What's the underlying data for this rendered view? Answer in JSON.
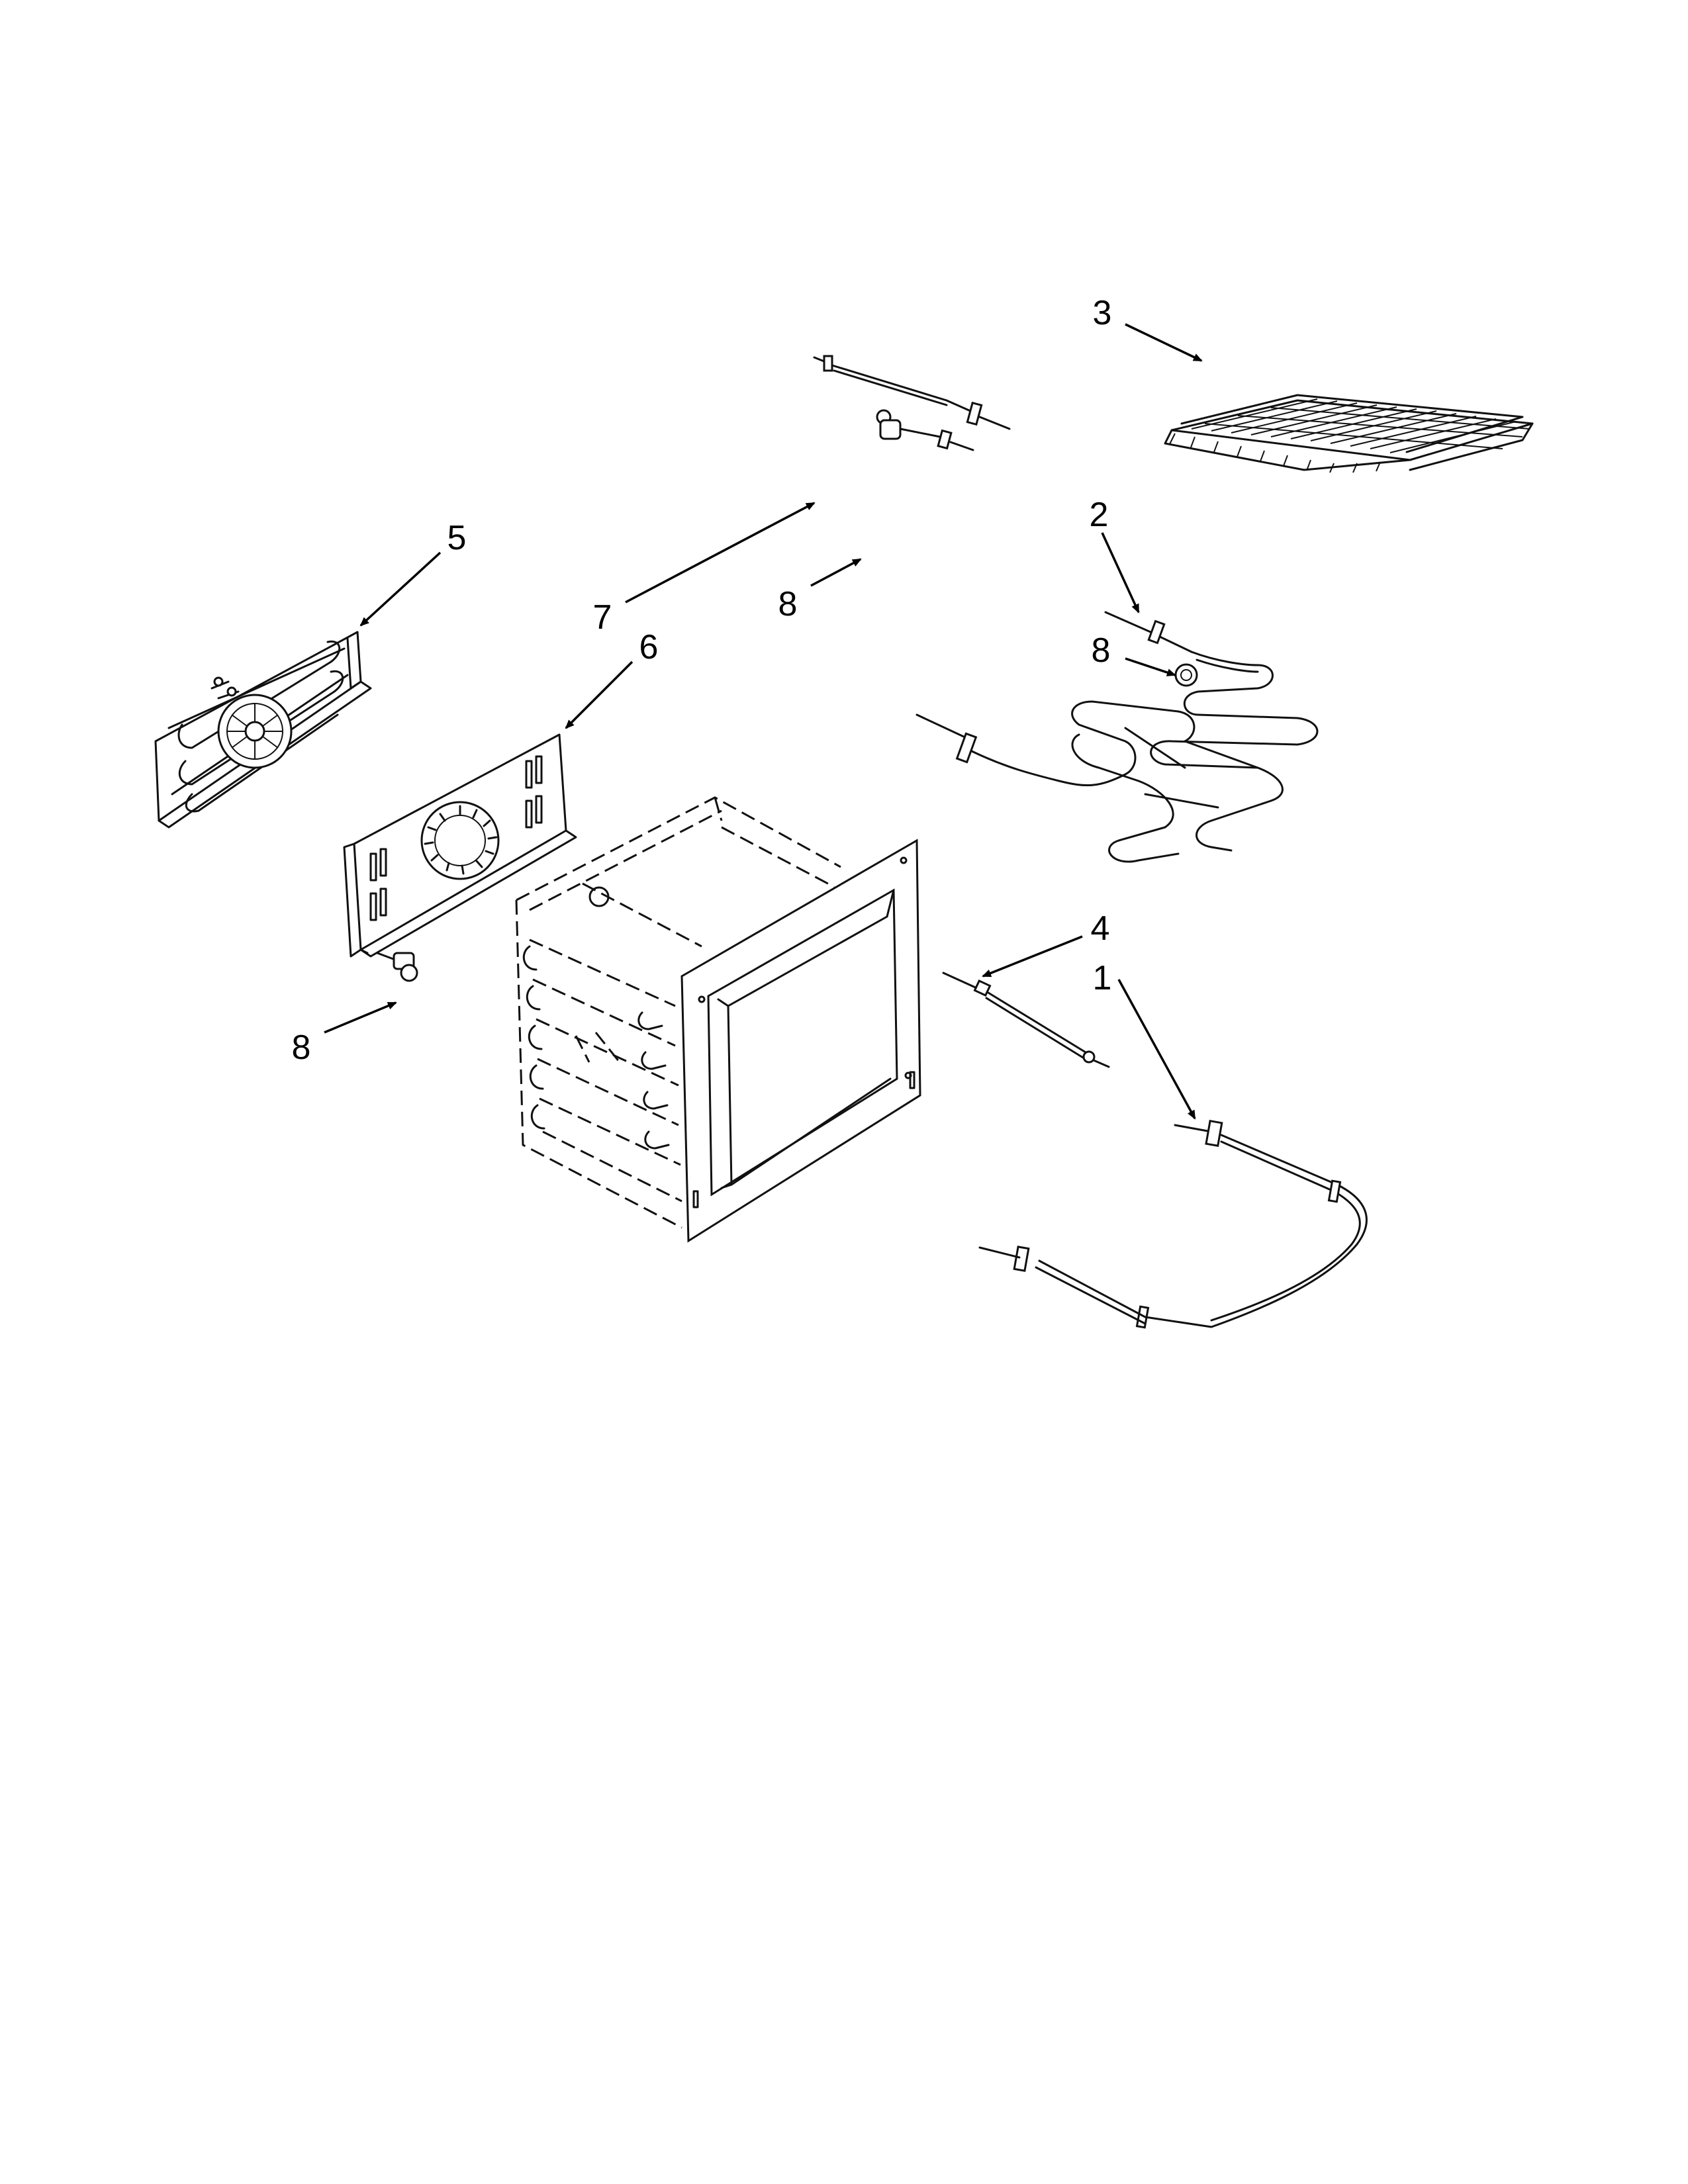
{
  "callouts": [
    {
      "id": "c3",
      "text": "3"
    },
    {
      "id": "c2",
      "text": "2"
    },
    {
      "id": "c8a",
      "text": "8"
    },
    {
      "id": "c5",
      "text": "5"
    },
    {
      "id": "c7",
      "text": "7"
    },
    {
      "id": "c8b",
      "text": "8"
    },
    {
      "id": "c6",
      "text": "6"
    },
    {
      "id": "c4",
      "text": "4"
    },
    {
      "id": "c1",
      "text": "1"
    },
    {
      "id": "c8c",
      "text": "8"
    }
  ],
  "parts": [
    {
      "number": "1",
      "name": "bake-element"
    },
    {
      "number": "2",
      "name": "broil-element"
    },
    {
      "number": "3",
      "name": "oven-rack"
    },
    {
      "number": "4",
      "name": "temperature-sensor"
    },
    {
      "number": "5",
      "name": "convection-element-fan-assembly"
    },
    {
      "number": "6",
      "name": "convection-fan-cover"
    },
    {
      "number": "7",
      "name": "sensor-probe"
    },
    {
      "number": "8",
      "name": "terminal-insulator"
    }
  ]
}
